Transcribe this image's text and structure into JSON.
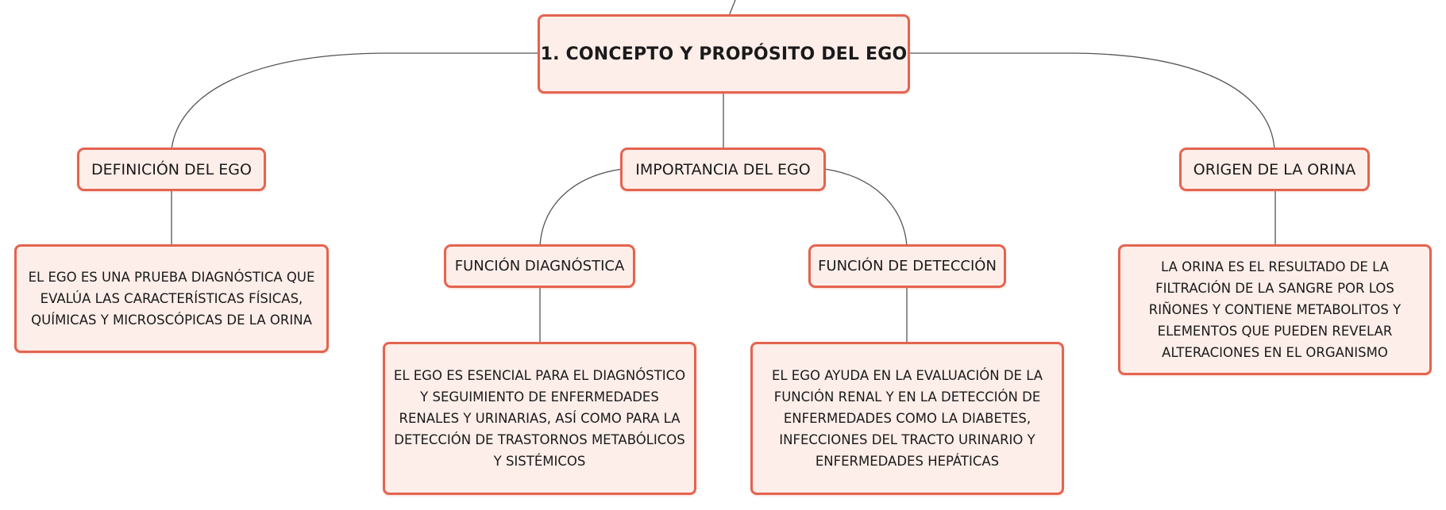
{
  "root": {
    "label": "1. CONCEPTO Y PROPÓSITO DEL EGO"
  },
  "topics": {
    "definicion": {
      "label": "DEFINICIÓN DEL EGO",
      "description": "EL EGO ES UNA PRUEBA DIAGNÓSTICA QUE EVALÚA LAS CARACTERÍSTICAS FÍSICAS, QUÍMICAS Y MICROSCÓPICAS DE LA ORINA"
    },
    "importancia": {
      "label": "IMPORTANCIA DEL EGO",
      "subtopics": {
        "diagnostica": {
          "label": "FUNCIÓN DIAGNÓSTICA",
          "description": "EL EGO ES ESENCIAL PARA EL DIAGNÓSTICO Y SEGUIMIENTO DE ENFERMEDADES RENALES Y URINARIAS, ASÍ COMO PARA LA DETECCIÓN DE TRASTORNOS METABÓLICOS Y SISTÉMICOS"
        },
        "deteccion": {
          "label": "FUNCIÓN DE DETECCIÓN",
          "description": "EL EGO AYUDA EN LA EVALUACIÓN DE LA FUNCIÓN RENAL Y EN LA DETECCIÓN DE ENFERMEDADES COMO LA DIABETES, INFECCIONES DEL TRACTO URINARIO Y ENFERMEDADES HEPÁTICAS"
        }
      }
    },
    "origen": {
      "label": "ORIGEN DE LA ORINA",
      "description": "LA ORINA ES EL RESULTADO DE LA FILTRACIÓN DE LA SANGRE POR LOS RIÑONES Y CONTIENE METABOLITOS Y ELEMENTOS QUE PUEDEN REVELAR ALTERACIONES EN EL ORGANISMO"
    }
  },
  "colors": {
    "node_border": "#e4644f",
    "node_fill": "#fdeee9",
    "connector": "#555555"
  }
}
